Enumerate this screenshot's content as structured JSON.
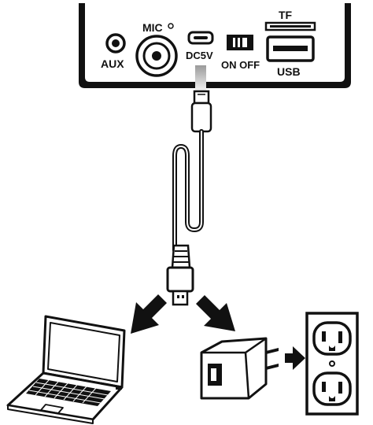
{
  "panel": {
    "aux_label": "AUX",
    "mic_label": "MIC",
    "dc_label": "DC5V",
    "switch_label": "ON OFF",
    "tf_label": "TF",
    "usb_label": "USB"
  },
  "icons": [
    "microusb-cable-icon",
    "laptop-icon",
    "usb-wall-adapter-icon",
    "wall-outlet-icon",
    "arrow-icon"
  ],
  "colors": {
    "line": "#111111",
    "fill": "#ffffff",
    "grey": "#9a9a9a"
  }
}
